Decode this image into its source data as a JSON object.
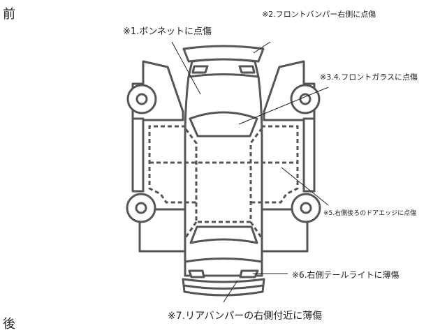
{
  "direction": {
    "front": "前",
    "rear": "後"
  },
  "damages": [
    {
      "label": "※1.ボンネットに点傷"
    },
    {
      "label": "※2.フロントバンパー右側に点傷"
    },
    {
      "label": "※3.4.フロントガラスに点傷"
    },
    {
      "label": "※5.右側後ろのドアエッジに点傷"
    },
    {
      "label": "※6.右側テールライトに薄傷"
    },
    {
      "label": "※7.リアバンパーの右側付近に薄傷"
    }
  ]
}
